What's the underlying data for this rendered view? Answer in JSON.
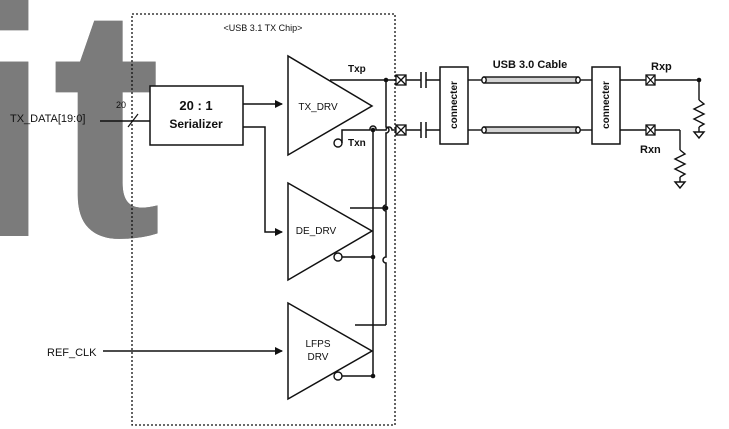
{
  "watermark": {
    "glyphs": "it",
    "repeat_text": "KEIT",
    "color": "#3d8fd1"
  },
  "chip_title": "<USB 3.1 TX Chip>",
  "input": {
    "label": "TX_DATA[19:0]",
    "bus_width": "20"
  },
  "serializer": {
    "line1": "20 : 1",
    "line2": "Serializer"
  },
  "drivers": {
    "tx": "TX_DRV",
    "de": "DE_DRV",
    "lfps_line1": "LFPS",
    "lfps_line2": "DRV"
  },
  "clock_label": "REF_CLK",
  "signals": {
    "txp": "Txp",
    "txn": "Txn",
    "rxp": "Rxp",
    "rxn": "Rxn"
  },
  "connector_label": "connecter",
  "cable_label": "USB 3.0 Cable",
  "colors": {
    "line": "#111111",
    "cable_fill": "#d4d4d4",
    "box_fill": "#ffffff"
  }
}
